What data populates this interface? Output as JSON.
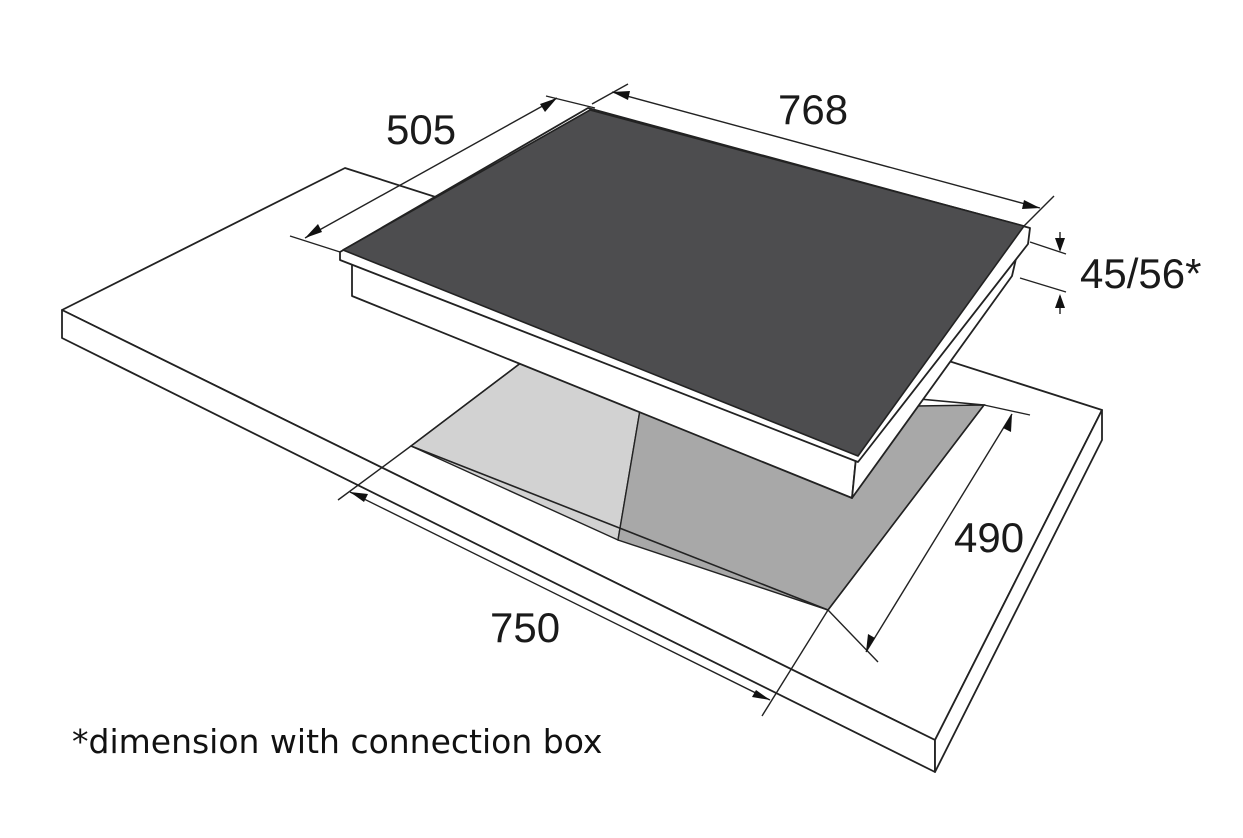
{
  "dimensions": {
    "hob_depth": "505",
    "hob_width": "768",
    "hob_height": "45/56*",
    "cutout_depth": "490",
    "cutout_width": "750"
  },
  "footnote": "*dimension with connection box",
  "colors": {
    "glass_top": "#4d4d4f",
    "cutout_wall_left": "#d2d2d2",
    "cutout_wall_back": "#a8a8a8",
    "countertop": "#ffffff",
    "line": "#222222"
  }
}
